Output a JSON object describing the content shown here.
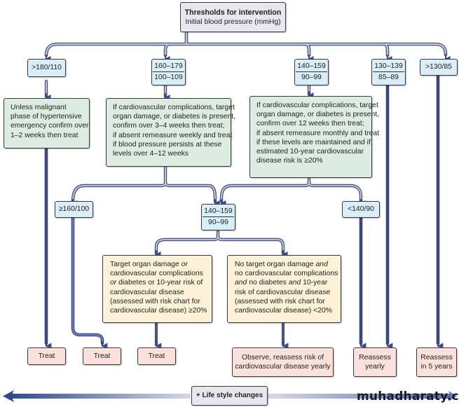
{
  "header": {
    "title": "Thresholds for intervention",
    "subtitle": "Initial blood pressure (mmHg)"
  },
  "thresholds": {
    "t1": {
      "label": ">180/110"
    },
    "t2": {
      "systolic": "160–179",
      "diastolic": "100–109"
    },
    "t3": {
      "systolic": "140–159",
      "diastolic": "90–99"
    },
    "t4": {
      "systolic": "130–139",
      "diastolic": "85–89"
    },
    "t5": {
      "label": ">130/85"
    }
  },
  "actions": {
    "a1": [
      "Unless malignant",
      "phase of hypertensive",
      "emergency confirm over",
      "1–2 weeks then treat"
    ],
    "a2": [
      "If cardiovascular complications, target",
      "organ damage, or diabetes is present,",
      "confirm over 3–4 weeks then treat;",
      "if absent remeasure weekly and treat",
      "if blood pressure persists at these",
      "levels over 4–12 weeks"
    ],
    "a3": [
      "If cardiovascular complications, target",
      "organ damage, or diabetes is present,",
      "confirm over 12 weeks then treat;",
      "if absent remeasure monthly and treat",
      "if these levels are maintained and if",
      "estimated 10-year cardiovascular",
      "disease risk is ≥20%"
    ]
  },
  "second_level": {
    "s1": {
      "label": "≥160/100"
    },
    "s2": {
      "systolic": "140–159",
      "diastolic": "90–99"
    },
    "s3": {
      "label": "<140/90"
    }
  },
  "risk": {
    "high": {
      "l1a": "Target organ damage ",
      "l1b": "or",
      "l2": "cardiovascular complications",
      "l3a": "or",
      "l3b": " diabetes or 10-year risk of",
      "l4": "cardiovascular disease",
      "l5": "(assessed with risk chart for",
      "l6": "cardiovascular disease) ≥20%"
    },
    "low": {
      "l1a": "No target organ damage ",
      "l1b": "and",
      "l2": "no cardiovascular complications",
      "l3a": "and",
      "l3b": " no diabetes ",
      "l3c": "and",
      "l3d": " 10-year",
      "l4": "risk of cardiovascular disease",
      "l5": "(assessed with risk chart for",
      "l6": "cardiovascular disease) <20%"
    }
  },
  "outcomes": {
    "treat1": "Treat",
    "treat2": "Treat",
    "treat3": "Treat",
    "observe": [
      "Observe, reassess risk of",
      "cardiovascular disease yearly"
    ],
    "reassess_yearly": [
      "Reassess",
      "yearly"
    ],
    "reassess_5y": [
      "Reassess",
      "in 5 years"
    ]
  },
  "footer": {
    "lifestyle": "+ Life style changes",
    "watermark": "muhadharaty.com"
  },
  "colors": {
    "threshold_box": "#d9eef8",
    "action_box": "#dcece1",
    "risk_box": "#fdf2d7",
    "outcome_box": "#fbe1dc",
    "header_box": "#e8e7f0",
    "connector": "#4a5a9a"
  }
}
